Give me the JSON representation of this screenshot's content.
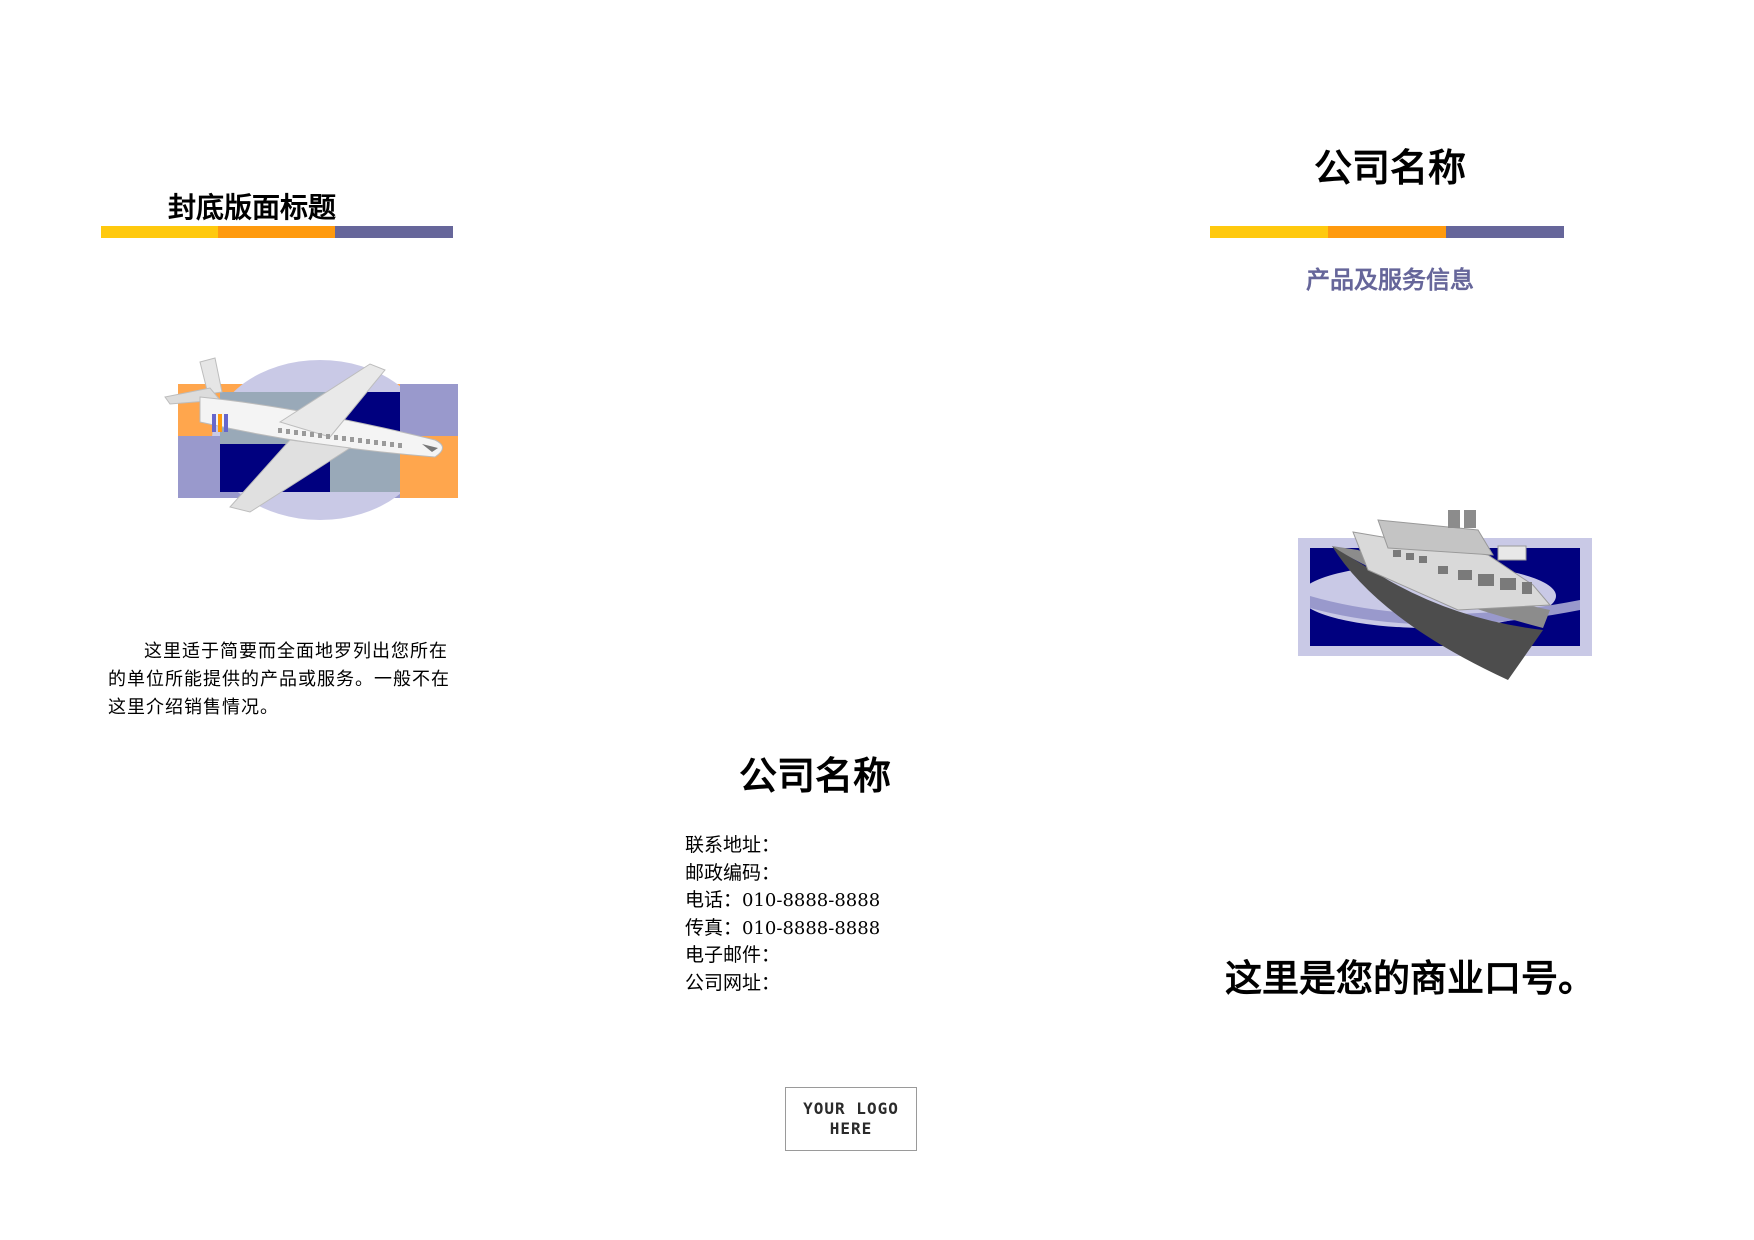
{
  "back_panel": {
    "title": "封底版面标题",
    "intro": "这里适于简要而全面地罗列出您所在的单位所能提供的产品或服务。一般不在这里介绍销售情况。"
  },
  "center_panel": {
    "company_name": "公司名称",
    "contacts": [
      {
        "label": "联系地址：",
        "value": ""
      },
      {
        "label": "邮政编码：",
        "value": ""
      },
      {
        "label": "电话：",
        "value": "010-8888-8888"
      },
      {
        "label": "传真：",
        "value": "010-8888-8888"
      },
      {
        "label": "电子邮件：",
        "value": ""
      },
      {
        "label": "公司网址：",
        "value": ""
      }
    ],
    "logo_text": "YOUR LOGO\nHERE"
  },
  "front_panel": {
    "company_name": "公司名称",
    "subtitle": "产品及服务信息",
    "slogan": "这里是您的商业口号。"
  },
  "colors": {
    "accent_yellow": "#FFC90E",
    "accent_orange": "#FF9A0E",
    "accent_purple": "#66669A",
    "navy": "#00007F"
  },
  "icons": {
    "plane": "airplane-clipart",
    "ship": "ship-clipart"
  }
}
